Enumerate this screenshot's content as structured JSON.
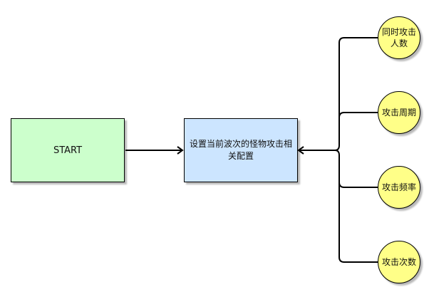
{
  "colors": {
    "start_fill": "#ccffcc",
    "config_fill": "#cce5ff",
    "attr_fill": "#ffff88",
    "stroke": "#000000"
  },
  "nodes": {
    "start": "START",
    "config": "设置当前波次的怪物攻击相关配置",
    "attributes": [
      "同时攻击人数",
      "攻击周期",
      "攻击频率",
      "攻击次数"
    ]
  }
}
